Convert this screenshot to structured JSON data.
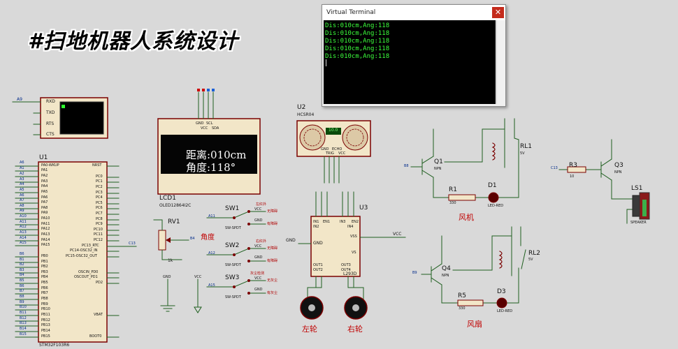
{
  "heading": "#扫地机器人系统设计",
  "terminal": {
    "title": "Virtual Terminal",
    "close_glyph": "✕",
    "lines": [
      "Dis:010cm,Ang:118",
      "Dis:010cm,Ang:118",
      "Dis:010cm,Ang:118",
      "Dis:010cm,Ang:118",
      "Dis:010cm,Ang:118"
    ]
  },
  "vterm": {
    "pins": [
      "RXD",
      "TXD",
      "RTS",
      "CTS"
    ],
    "net": "A9"
  },
  "mcu": {
    "designator": "U1",
    "part": "STM32F103R6",
    "left_pins": [
      "PA0-WKUP",
      "PA1",
      "PA2",
      "PA3",
      "PA4",
      "PA5",
      "PA6",
      "PA7",
      "PA8",
      "PA9",
      "PA10",
      "PA11",
      "PA12",
      "PA13",
      "PA14",
      "PA15",
      "",
      "PB0",
      "PB1",
      "PB2",
      "PB3",
      "PB4",
      "PB5",
      "PB6",
      "PB7",
      "PB8",
      "PB9",
      "PB10",
      "PB11",
      "PB12",
      "PB13",
      "PB14",
      "PB15"
    ],
    "left_nets": [
      "A6",
      "A1",
      "A2",
      "A3",
      "A4",
      "A5",
      "A6",
      "A7",
      "A8",
      "A9",
      "A10",
      "A11",
      "A12",
      "A13",
      "A14",
      "A15",
      "",
      "B6",
      "B1",
      "B2",
      "B3",
      "B4",
      "B5",
      "B6",
      "B7",
      "B8",
      "B9",
      "B10",
      "B11",
      "B12",
      "B13",
      "B14",
      "B15"
    ],
    "right_pins": [
      "NRST",
      "",
      "PC0",
      "PC1",
      "PC2",
      "PC3",
      "PC4",
      "PC5",
      "PC6",
      "PC7",
      "PC8",
      "PC9",
      "PC10",
      "PC11",
      "PC12",
      "PC13_RTC",
      "PC14-OSC32_IN",
      "PC15-OSC32_OUT",
      "",
      "OSCIN_PD0",
      "OSCOUT_PD1",
      "PD2",
      "",
      "",
      "",
      "",
      "VBAT",
      "",
      "",
      "",
      "BOOT0"
    ],
    "right_nets": [
      "C13"
    ]
  },
  "lcd": {
    "designator": "LCD1",
    "part": "OLED12864I2C",
    "pins": [
      "GND",
      "VCC",
      "SCL",
      "SDA"
    ],
    "line1": "距离:010cm",
    "line2": "角度:118°"
  },
  "sonar": {
    "designator": "U2",
    "part": "HCSR04",
    "display": "10.0",
    "pins": [
      "GND",
      "TRIG",
      "ECHO",
      "VCC"
    ]
  },
  "pot": {
    "designator": "RV1",
    "value": "1k",
    "net": "B4",
    "label": "角度"
  },
  "switches": [
    {
      "designator": "SW1",
      "part": "SW-SPDT",
      "net": "A11",
      "top": "无障碍",
      "bottom": "有障碍",
      "title": "左红外"
    },
    {
      "designator": "SW2",
      "part": "SW-SPDT",
      "net": "A12",
      "top": "无障碍",
      "bottom": "有障碍",
      "title": "右红外"
    },
    {
      "designator": "SW3",
      "part": "SW-SPDT",
      "net": "A15",
      "top": "无灰尘",
      "bottom": "有灰尘",
      "title": "灰尘检测"
    }
  ],
  "driver": {
    "designator": "U3",
    "part": "L293D",
    "left_pins": [
      "IN1",
      "IN2",
      "EN1",
      "",
      "GND",
      "",
      "OUT1",
      "OUT2"
    ],
    "right_pins": [
      "IN3",
      "IN4",
      "EN2",
      "VSS",
      "VS",
      "OUT3",
      "OUT4"
    ]
  },
  "wheels": {
    "left": "左轮",
    "right": "右轮"
  },
  "fan": {
    "transistor": "Q1",
    "type": "NPN",
    "net": "B8",
    "resistor": "R1",
    "rvalue": "330",
    "led": "D1",
    "led_part": "LED-RED",
    "relay": "RL1",
    "relay_v": "5V",
    "label": "风机"
  },
  "blower": {
    "transistor": "Q4",
    "type": "NPN",
    "net": "B9",
    "resistor": "R5",
    "rvalue": "330",
    "led": "D3",
    "led_part": "LED-RED",
    "relay": "RL2",
    "relay_v": "5V",
    "label": "风扇"
  },
  "buzzer": {
    "transistor": "Q3",
    "type": "NPN",
    "net": "C13",
    "resistor": "R3",
    "rvalue": "10",
    "speaker": "LS1",
    "speaker_part": "SPEAKER"
  },
  "rails": {
    "vcc": "VCC",
    "gnd": "GND"
  },
  "colors": {
    "background": "#d9d9d9",
    "component": "#f2e6c8",
    "outline": "#7a0000",
    "wire": "#1f5f1f",
    "terminal_text": "#3cff3c"
  }
}
